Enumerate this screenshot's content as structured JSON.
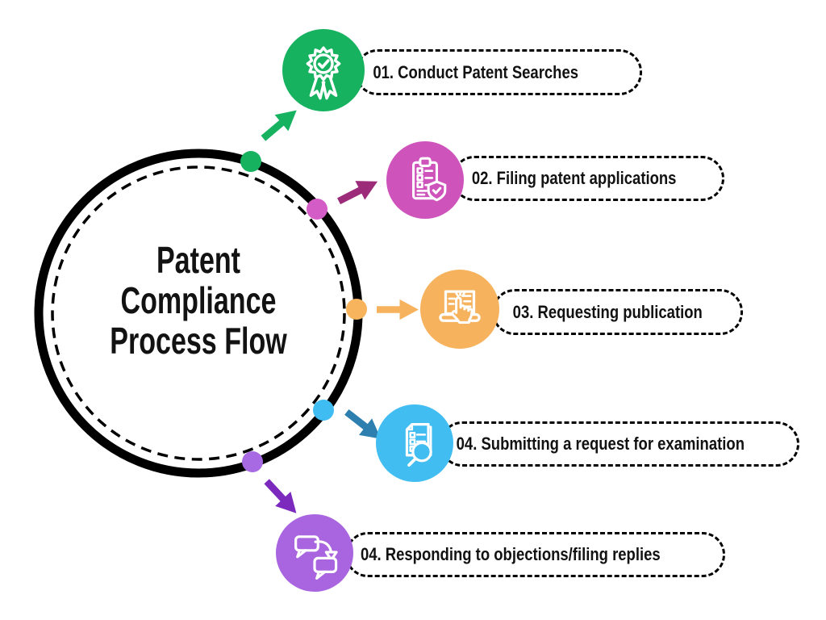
{
  "title": {
    "lines": [
      "Patent",
      "Compliance",
      "Process Flow"
    ]
  },
  "steps": [
    {
      "label": "01. Conduct Patent Searches",
      "icon": "award-ribbon-icon",
      "color": "#17B260",
      "dot_color": "#17B260",
      "arrow_color": "#17B260"
    },
    {
      "label": "02. Filing patent applications",
      "icon": "clipboard-shield-icon",
      "color": "#CE54BC",
      "dot_color": "#D45CC6",
      "arrow_color": "#9C2C79"
    },
    {
      "label": "03. Requesting publication",
      "icon": "publish-tap-icon",
      "color": "#F6B25C",
      "dot_color": "#F8B45C",
      "arrow_color": "#F6B25C"
    },
    {
      "label": "04. Submitting a request for examination",
      "icon": "document-search-icon",
      "color": "#41BDF1",
      "dot_color": "#3FBCF2",
      "arrow_color": "#2C7FAF"
    },
    {
      "label": "04. Responding to objections/filing replies",
      "icon": "chat-reply-icon",
      "color": "#A965DF",
      "dot_color": "#A76AE2",
      "arrow_color": "#7B2ABD"
    }
  ],
  "colors": {
    "background": "#FFFFFF",
    "text": "#121212",
    "ring_outline": "#000000",
    "pill_border": "#000000"
  }
}
